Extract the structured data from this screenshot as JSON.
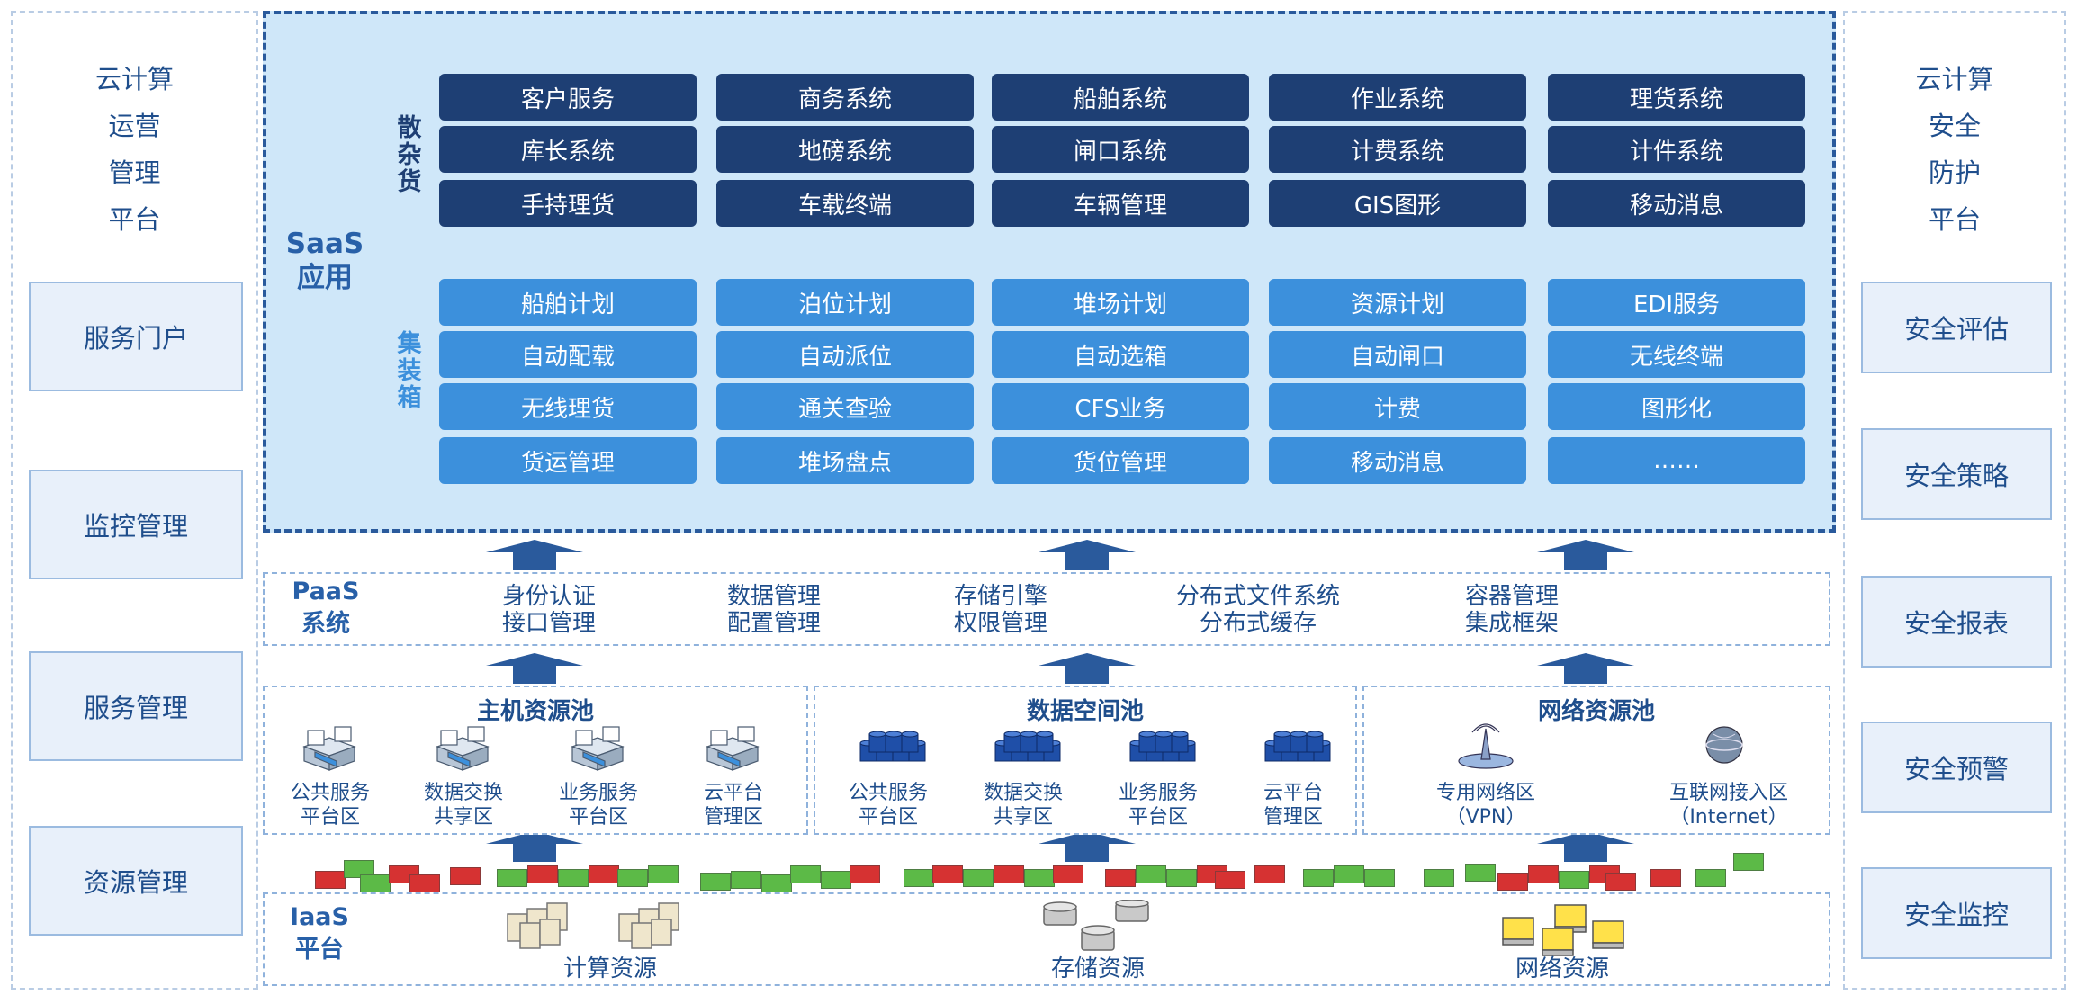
{
  "left_panel": {
    "title_lines": [
      "云计算",
      "运营",
      "管理",
      "平台"
    ],
    "items": [
      "服务门户",
      "监控管理",
      "服务管理",
      "资源管理"
    ]
  },
  "right_panel": {
    "title_lines": [
      "云计算",
      "安全",
      "防护",
      "平台"
    ],
    "items": [
      "安全评估",
      "安全策略",
      "安全报表",
      "安全预警",
      "安全监控"
    ]
  },
  "saas": {
    "label_lines": [
      "SaaS",
      "应用"
    ],
    "bulk_label": "散杂货",
    "container_label": "集装箱",
    "bulk_rows": [
      [
        "客户服务",
        "商务系统",
        "船舶系统",
        "作业系统",
        "理货系统"
      ],
      [
        "库长系统",
        "地磅系统",
        "闸口系统",
        "计费系统",
        "计件系统"
      ],
      [
        "手持理货",
        "车载终端",
        "车辆管理",
        "GIS图形",
        "移动消息"
      ]
    ],
    "container_rows": [
      [
        "船舶计划",
        "泊位计划",
        "堆场计划",
        "资源计划",
        "EDI服务"
      ],
      [
        "自动配载",
        "自动派位",
        "自动选箱",
        "自动闸口",
        "无线终端"
      ],
      [
        "无线理货",
        "通关查验",
        "CFS业务",
        "计费",
        "图形化"
      ],
      [
        "货运管理",
        "堆场盘点",
        "货位管理",
        "移动消息",
        "……"
      ]
    ],
    "colors": {
      "bulk": "#1e3f74",
      "container": "#3c90dc",
      "container_label": "#3c90dc",
      "bulk_label": "#1e3f74"
    }
  },
  "paas": {
    "label_lines": [
      "PaaS",
      "系统"
    ],
    "items": [
      [
        "身份认证",
        "接口管理"
      ],
      [
        "数据管理",
        "配置管理"
      ],
      [
        "存储引擎",
        "权限管理"
      ],
      [
        "分布式文件系统",
        "分布式缓存"
      ],
      [
        "容器管理",
        "集成框架"
      ]
    ]
  },
  "pools": [
    {
      "title": "主机资源池",
      "icon": "server-stack-icon",
      "items": [
        [
          "公共服务",
          "平台区"
        ],
        [
          "数据交换",
          "共享区"
        ],
        [
          "业务服务",
          "平台区"
        ],
        [
          "云平台",
          "管理区"
        ]
      ]
    },
    {
      "title": "数据空间池",
      "icon": "database-cluster-icon",
      "items": [
        [
          "公共服务",
          "平台区"
        ],
        [
          "数据交换",
          "共享区"
        ],
        [
          "业务服务",
          "平台区"
        ],
        [
          "云平台",
          "管理区"
        ]
      ]
    },
    {
      "title": "网络资源池",
      "icon": "network-icon",
      "items": [
        [
          "专用网络区",
          "（VPN）"
        ],
        [
          "互联网接入区",
          "（Internet）"
        ]
      ]
    }
  ],
  "iaas": {
    "label_lines": [
      "IaaS",
      "平台"
    ],
    "resources": [
      "计算资源",
      "存储资源",
      "网络资源"
    ]
  },
  "colors": {
    "accent": "#1f4e8c",
    "saas_bg": "#cfe7f9",
    "arrow": "#2a5a9c",
    "green": "#5cba47",
    "red": "#d63232"
  }
}
